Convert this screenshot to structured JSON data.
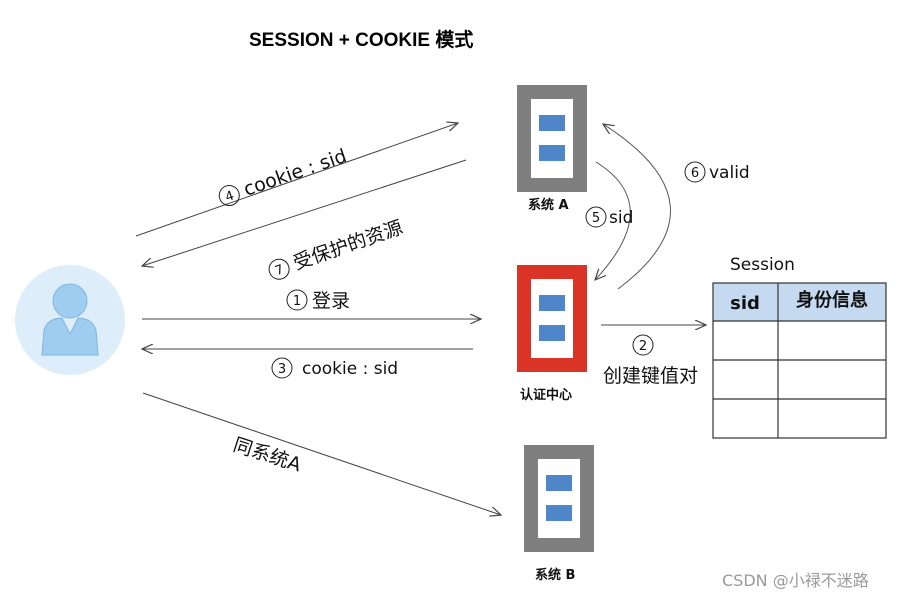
{
  "title": "SESSION + COOKIE 模式",
  "systems": {
    "a": {
      "label": "系统 A",
      "color": "#7f7f7f"
    },
    "auth": {
      "label": "认证中心",
      "color": "#d93425"
    },
    "b": {
      "label": "系统 B",
      "color": "#7f7f7f"
    }
  },
  "steps": {
    "s1": {
      "num": "1",
      "text": "登录"
    },
    "s2": {
      "num": "2",
      "text": "创建键值对"
    },
    "s3": {
      "num": "3",
      "text": "cookie : sid"
    },
    "s4": {
      "num": "4",
      "text": "cookie : sid"
    },
    "s5": {
      "num": "5",
      "text": "sid"
    },
    "s6": {
      "num": "6",
      "text": "valid"
    },
    "s7": {
      "num": "7",
      "text": "受保护的资源"
    },
    "same": {
      "text": "同系统A"
    }
  },
  "session": {
    "title": "Session",
    "columns": [
      "sid",
      "身份信息"
    ],
    "header_color": "#c5d9f1",
    "empty_rows": 3
  },
  "colors": {
    "user_circle": "#ddeefa",
    "user_figure": "#9fcdf0",
    "chip": "#4f86c9"
  },
  "watermark": "CSDN @小禄不迷路"
}
